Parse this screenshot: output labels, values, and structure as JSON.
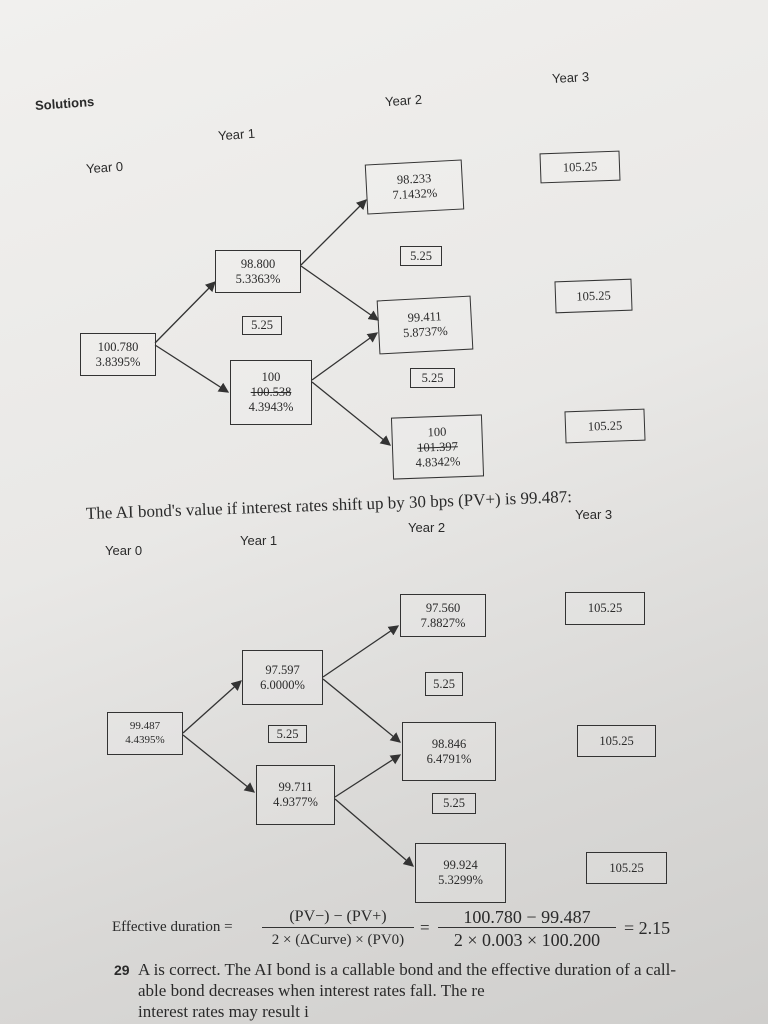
{
  "section_title": "Solutions",
  "tree1": {
    "years": [
      "Year 0",
      "Year 1",
      "Year 2",
      "Year 3"
    ],
    "nodes": {
      "y0": [
        "100.780",
        "3.8395%"
      ],
      "y1_up": [
        "98.800",
        "5.3363%"
      ],
      "y1_down": {
        "value": "100",
        "struck": "100.538",
        "rate": "4.3943%"
      },
      "y2_up": [
        "98.233",
        "7.1432%"
      ],
      "y2_mid": [
        "99.411",
        "5.8737%"
      ],
      "y2_down": {
        "value": "100",
        "struck": "101.397",
        "rate": "4.8342%"
      }
    },
    "coupon": "5.25",
    "final": "105.25"
  },
  "caption": "The AI bond's value if interest rates shift up by 30 bps (PV+) is 99.487:",
  "tree2": {
    "years": [
      "Year 0",
      "Year 1",
      "Year 2",
      "Year 3"
    ],
    "nodes": {
      "y0": [
        "99.487",
        "4.4395%"
      ],
      "y1_up": [
        "97.597",
        "6.0000%"
      ],
      "y1_down": [
        "99.711",
        "4.9377%"
      ],
      "y2_up": [
        "97.560",
        "7.8827%"
      ],
      "y2_mid": [
        "98.846",
        "6.4791%"
      ],
      "y2_down": [
        "99.924",
        "5.3299%"
      ]
    },
    "coupon": "5.25",
    "final": "105.25"
  },
  "formula": {
    "label": "Effective duration =",
    "num1": "(PV−) − (PV+)",
    "den1": "2 × (ΔCurve) × (PV0)",
    "eq": "=",
    "num2": "100.780 − 99.487",
    "den2": "2 × 0.003 × 100.200",
    "result": "= 2.15"
  },
  "answer": {
    "number": "29",
    "lines": [
      "A is correct. The AI bond is a callable bond and the effective duration of a call-",
      "able bond decreases when interest rates fall. The re",
      "interest rates may result i"
    ]
  }
}
